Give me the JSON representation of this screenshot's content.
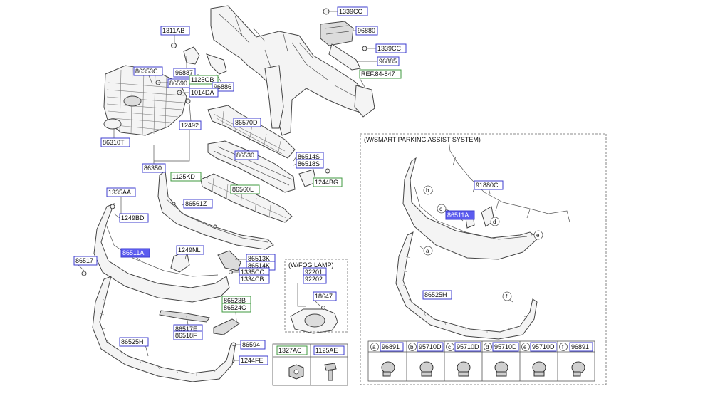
{
  "part_labels": {
    "p1339CC_a": "1339CC",
    "p96880": "96880",
    "p1339CC_b": "1339CC",
    "p96885": "96885",
    "pREF": "REF.84-847",
    "p1311AB": "1311AB",
    "p86353C": "86353C",
    "p96887": "96887",
    "p86590": "86590",
    "p1125GB": "1125GB",
    "p96886": "96886",
    "p1014DA": "1014DA",
    "p86570D": "86570D",
    "p12492": "12492",
    "p86310T": "86310T",
    "p86530": "86530",
    "p86514S": "86514S",
    "p86518S": "86518S",
    "p86350": "86350",
    "p1125KD": "1125KD",
    "p86560L": "86560L",
    "p1244BG": "1244BG",
    "p1335AA": "1335AA",
    "p86561Z": "86561Z",
    "p1249BD": "1249BD",
    "p86511A_main": "86511A",
    "p1249NL": "1249NL",
    "p86513K": "86513K",
    "p86514K": "86514K",
    "p86517": "86517",
    "p1335CC": "1335CC",
    "p1334CB": "1334CB",
    "p92201": "92201",
    "p92202": "92202",
    "p18647": "18647",
    "p86523B": "86523B",
    "p86524C": "86524C",
    "p86517E": "86517E",
    "p86518F": "86518F",
    "p86594": "86594",
    "p86525H_main": "86525H",
    "p1244FE": "1244FE",
    "p1327AC": "1327AC",
    "p1125AE": "1125AE",
    "p91880C": "91880C",
    "p86511A_spa": "86511A",
    "p86525H_spa": "86525H"
  },
  "captions": {
    "fog_lamp": "(W/FOG LAMP)",
    "smart_parking": "(W/SMART PARKING ASSIST SYSTEM)"
  },
  "callouts": [
    "b",
    "c",
    "d",
    "e",
    "a",
    "f"
  ],
  "sensor_table": [
    {
      "letter": "a",
      "part": "96891"
    },
    {
      "letter": "b",
      "part": "95710D"
    },
    {
      "letter": "c",
      "part": "95710D"
    },
    {
      "letter": "d",
      "part": "95710D"
    },
    {
      "letter": "e",
      "part": "95710D"
    },
    {
      "letter": "f",
      "part": "96891"
    }
  ],
  "fastener_table": [
    {
      "part": "1327AC"
    },
    {
      "part": "1125AE"
    }
  ],
  "colors": {
    "label_border": "#3c3ccf",
    "label_border_green": "#3f9a3f",
    "label_selected_fill": "#5b5bef"
  }
}
